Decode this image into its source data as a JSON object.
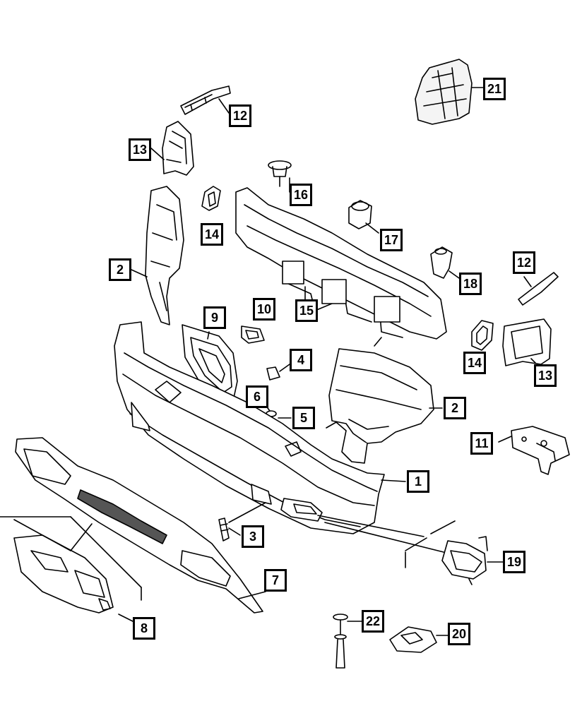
{
  "callouts": [
    {
      "id": "21",
      "label": "21"
    },
    {
      "id": "12a",
      "label": "12"
    },
    {
      "id": "13a",
      "label": "13"
    },
    {
      "id": "16",
      "label": "16"
    },
    {
      "id": "14a",
      "label": "14"
    },
    {
      "id": "17",
      "label": "17"
    },
    {
      "id": "2a",
      "label": "2"
    },
    {
      "id": "12b",
      "label": "12"
    },
    {
      "id": "18",
      "label": "18"
    },
    {
      "id": "15",
      "label": "15"
    },
    {
      "id": "9",
      "label": "9"
    },
    {
      "id": "10",
      "label": "10"
    },
    {
      "id": "14b",
      "label": "14"
    },
    {
      "id": "4",
      "label": "4"
    },
    {
      "id": "13b",
      "label": "13"
    },
    {
      "id": "6",
      "label": "6"
    },
    {
      "id": "2b",
      "label": "2"
    },
    {
      "id": "5",
      "label": "5"
    },
    {
      "id": "11",
      "label": "11"
    },
    {
      "id": "1",
      "label": "1"
    },
    {
      "id": "3",
      "label": "3"
    },
    {
      "id": "19",
      "label": "19"
    },
    {
      "id": "7",
      "label": "7"
    },
    {
      "id": "22",
      "label": "22"
    },
    {
      "id": "20",
      "label": "20"
    },
    {
      "id": "8",
      "label": "8"
    }
  ]
}
